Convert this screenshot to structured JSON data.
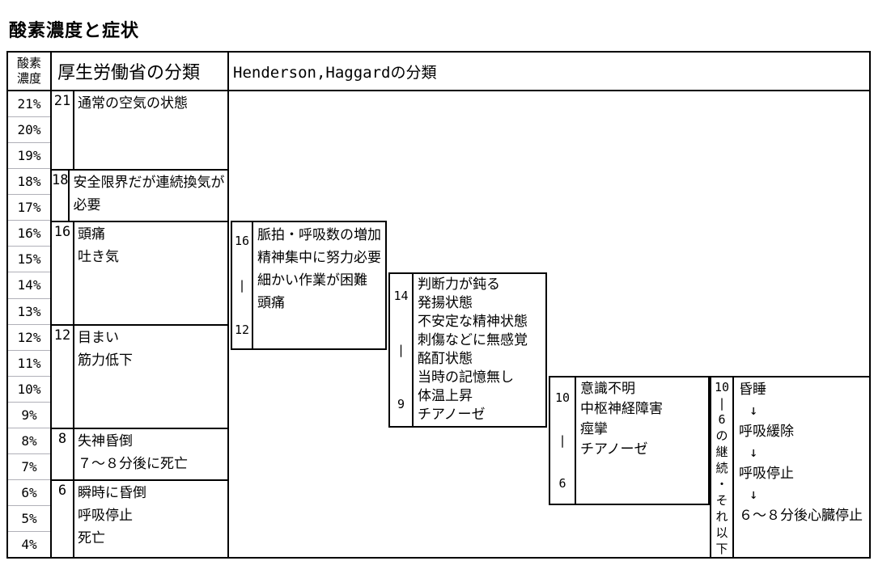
{
  "title": "酸素濃度と症状",
  "header": {
    "oxygen_line1": "酸素",
    "oxygen_line2": "濃度",
    "mhlw_label": "厚生労働省の分類",
    "henderson_label": "Henderson,Haggardの分類"
  },
  "oxygen_levels": [
    "21%",
    "20%",
    "19%",
    "18%",
    "17%",
    "16%",
    "15%",
    "14%",
    "13%",
    "12%",
    "11%",
    "10%",
    "9%",
    "8%",
    "7%",
    "6%",
    "5%",
    "4%"
  ],
  "mhlw_groups": [
    {
      "value": "21",
      "lines": [
        "通常の空気の状態"
      ]
    },
    {
      "value": "18",
      "lines": [
        "安全限界だが連続換気が",
        "必要"
      ]
    },
    {
      "value": "16",
      "lines": [
        "頭痛",
        "吐き気"
      ]
    },
    {
      "value": "12",
      "lines": [
        "目まい",
        "筋力低下"
      ]
    },
    {
      "value": "8",
      "lines": [
        "失神昏倒",
        "７～８分後に死亡"
      ]
    },
    {
      "value": "6",
      "lines": [
        "瞬時に昏倒",
        "呼吸停止",
        "死亡"
      ]
    }
  ],
  "henderson_boxes": [
    {
      "range_top": "16",
      "range_mid": "|",
      "range_bottom": "12",
      "lines": [
        "脈拍・呼吸数の増加",
        "精神集中に努力必要",
        "細かい作業が困難",
        "頭痛"
      ]
    },
    {
      "range_top": "14",
      "range_mid": "|",
      "range_bottom": "9",
      "lines": [
        "判断力が鈍る",
        "発揚状態",
        "不安定な精神状態",
        "刺傷などに無感覚",
        "酩酊状態",
        "当時の記憶無し",
        "体温上昇",
        "チアノーゼ"
      ]
    },
    {
      "range_top": "10",
      "range_mid": "|",
      "range_bottom": "6",
      "lines": [
        "意識不明",
        "中枢神経障害",
        "痙攣",
        "チアノーゼ"
      ]
    }
  ],
  "continuation_strip": [
    "10",
    "|",
    "6",
    "の",
    "継",
    "続",
    "・",
    "そ",
    "れ",
    "以",
    "下"
  ],
  "final_box_lines": [
    {
      "text": "昏睡"
    },
    {
      "text": "↓"
    },
    {
      "text": "呼吸緩除"
    },
    {
      "text": "↓"
    },
    {
      "text": "呼吸停止"
    },
    {
      "text": "↓"
    },
    {
      "text": "６～８分後心臓停止"
    }
  ],
  "colors": {
    "border": "#000000",
    "light_separator": "#b0b0b8",
    "background": "#ffffff"
  }
}
